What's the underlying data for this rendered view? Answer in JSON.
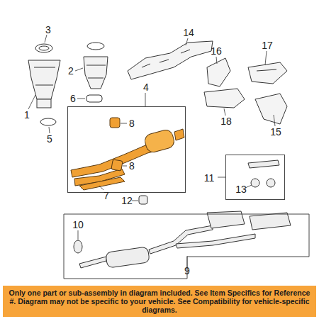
{
  "diagram": {
    "nodes": [
      {
        "text": [
          "4"
        ]
      },
      {
        "text": [
          "9"
        ]
      },
      {
        "text": [
          "11"
        ]
      },
      {
        "text": [
          "Only one part or sub-assembly in diagram included. See Item Specifics for Reference #. Diagram may not be specific to your vehicle. See Compatibility for vehicle-specific diagrams."
        ]
      }
    ],
    "labels": [
      "3",
      "2",
      "6",
      "1",
      "5",
      "14",
      "16",
      "17",
      "18",
      "15",
      "8",
      "8",
      "7",
      "12",
      "13",
      "10"
    ]
  }
}
